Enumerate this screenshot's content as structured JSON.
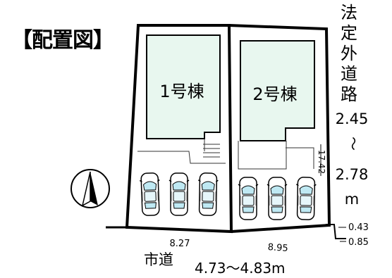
{
  "title": "【配置図】",
  "buildings": [
    {
      "label": "1号棟"
    },
    {
      "label": "2号棟"
    }
  ],
  "roads": {
    "bottom": {
      "name": "市道",
      "width": "4.73〜4.83m"
    },
    "right": {
      "name": "法定外道路",
      "width_from": "2.45",
      "range_symbol": "〜",
      "width_to": "2.78",
      "unit": "m"
    }
  },
  "dimensions": {
    "lot1_frontage": "8.27",
    "lot2_frontage": "8.95",
    "lot2_depth": "17.42",
    "corner_a": "0.43",
    "corner_b": "0.85"
  },
  "parking": {
    "cars_per_lot": 3,
    "lots": 2
  },
  "colors": {
    "building_fill": "#e8f7ef",
    "car_glass": "#bfe9f3",
    "line": "#000000"
  },
  "icons": [
    "north-arrow-icon",
    "car-icon"
  ]
}
